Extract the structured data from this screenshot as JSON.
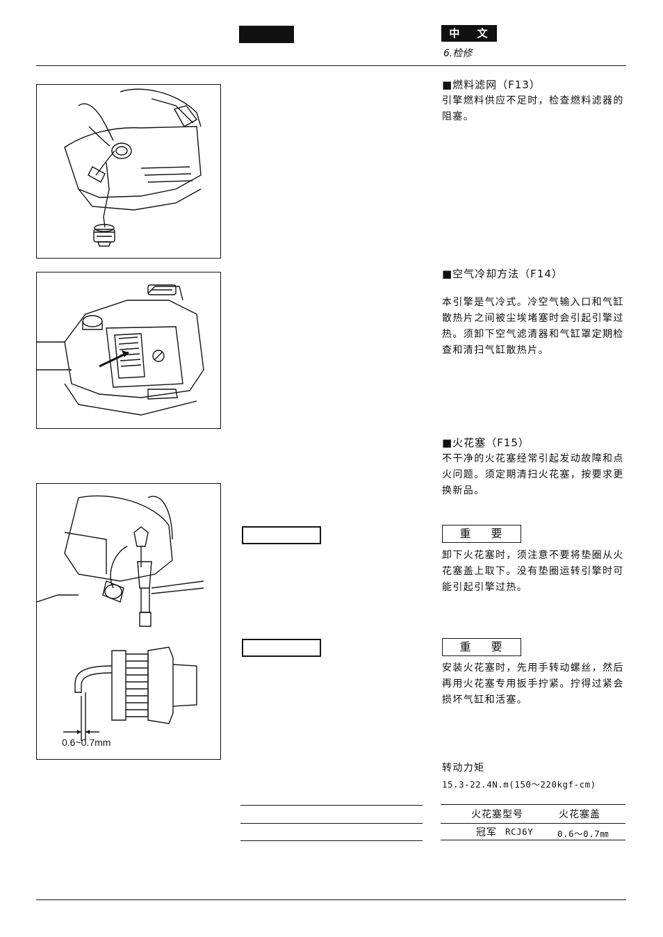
{
  "header": {
    "language_badge": "中 文",
    "section": "6.检修"
  },
  "sections": [
    {
      "heading": "■燃料滤网（F13）",
      "body": "引擎燃料供应不足时，检查燃料滤器的阻塞。"
    },
    {
      "heading": "■空气冷却方法（F14）",
      "body": "本引擎是气冷式。冷空气输入口和气缸散热片之间被尘埃堵塞时会引起引擎过热。须卸下空气滤清器和气缸罩定期检查和清扫气缸散热片。"
    },
    {
      "heading": "■火花塞（F15）",
      "body": "不干净的火花塞经常引起发动故障和点火问题。须定期清扫火花塞，按要求更换新品。"
    }
  ],
  "notices": [
    {
      "label": "重 要",
      "body": "卸下火花塞时，须注意不要将垫圈从火花塞盖上取下。没有垫圈运转引擎时可能引起引擎过热。"
    },
    {
      "label": "重 要",
      "body": "安装火花塞时，先用手转动螺丝，然后再用火花塞专用扳手拧紧。拧得过紧会损坏气缸和活塞。"
    }
  ],
  "torque": {
    "label": "转动力矩",
    "value": "15.3-22.4N.m(150～220kgf-cm)"
  },
  "spec_table": {
    "headers": [
      "火花塞型号",
      "火花塞盖"
    ],
    "row": {
      "brand": "冠军",
      "model": "RCJ6Y",
      "gap": "0.6～0.7㎜"
    }
  },
  "figure_f15": {
    "gap_label": "0.6~0.7mm"
  }
}
